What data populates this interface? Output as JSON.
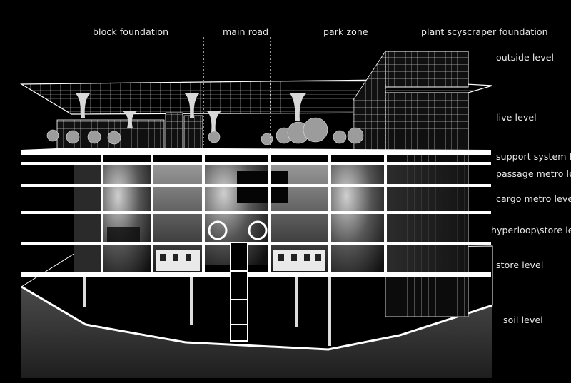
{
  "top_labels": {
    "block_foundation": "block foundation",
    "main_road": "main road",
    "park_zone": "park zone",
    "plant_foundation": "plant scyscraper foundation"
  },
  "levels": {
    "outside": "outside level",
    "live": "live level",
    "support": "support system level",
    "passage_metro": "passage metro level",
    "cargo_metro": "cargo metro level",
    "hyperloop_store": "hyperloop\\store level",
    "store": "store level",
    "soil": "soil level"
  },
  "colors": {
    "background": "#000000",
    "linework": "#ffffff",
    "text": "#e9e9e9"
  }
}
